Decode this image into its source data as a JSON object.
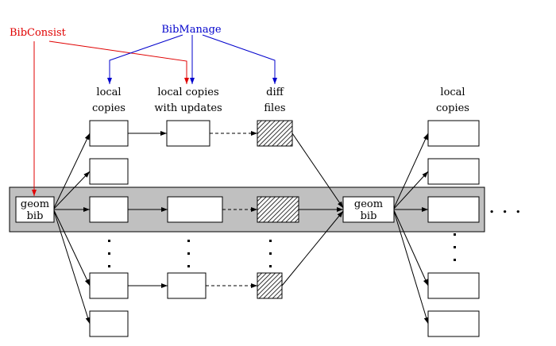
{
  "tools": {
    "bibconsist": "BibConsist",
    "bibmanage": "BibManage"
  },
  "columns": {
    "local_copies": [
      "local",
      "copies"
    ],
    "local_copies_with_updates": [
      "local copies",
      "with updates"
    ],
    "diff_files": [
      "diff",
      "files"
    ],
    "local_copies_right": [
      "local",
      "copies"
    ]
  },
  "nodes": {
    "geom_bib_left": [
      "geom",
      "bib"
    ],
    "geom_bib_right": [
      "geom",
      "bib"
    ]
  },
  "continuation": ". . .",
  "colors": {
    "bibconsist": "#e00000",
    "bibmanage": "#0000cc",
    "band": "#c0c0c0",
    "stroke": "#000000"
  }
}
